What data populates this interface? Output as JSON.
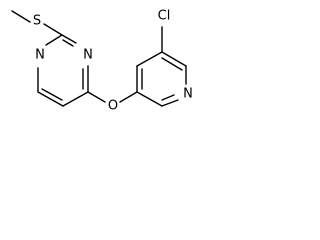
{
  "molecule": {
    "atoms": {
      "sulfur": "S",
      "nitrogen_pyrimidine_left": "N",
      "nitrogen_pyrimidine_right": "N",
      "oxygen": "O",
      "chlorine": "Cl",
      "nitrogen_pyridine": "N"
    }
  }
}
